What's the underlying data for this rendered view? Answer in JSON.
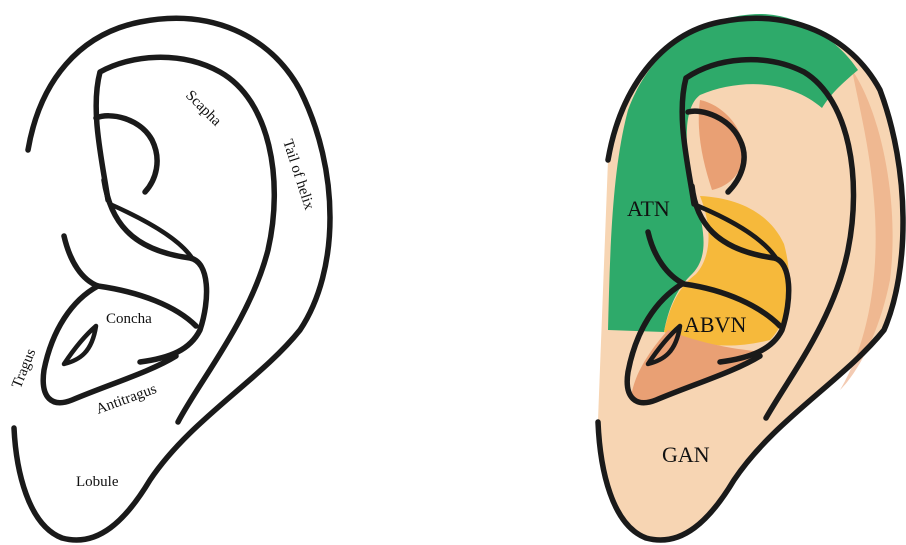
{
  "left_ear": {
    "labels": {
      "scapha": "Scapha",
      "tail_of_helix": "Tail of helix",
      "concha": "Concha",
      "tragus": "Tragus",
      "antitragus": "Antitragus",
      "lobule": "Lobule"
    }
  },
  "right_ear": {
    "labels": {
      "atn": "ATN",
      "abvn": "ABVN",
      "gan": "GAN"
    },
    "colors": {
      "atn_region": "#2eaa6a",
      "abvn_region": "#f6b93b",
      "gan_region": "#f7d5b3",
      "inner_shadow": "#e9a074",
      "outline": "#1a1a1a"
    }
  }
}
